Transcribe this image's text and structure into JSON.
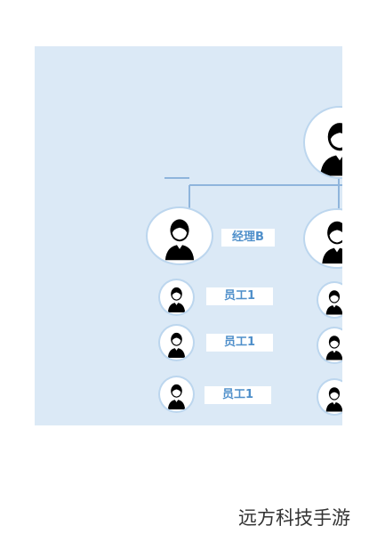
{
  "diagram": {
    "manager_label": "经理B",
    "employee_labels": [
      "员工1",
      "员工1",
      "员工1"
    ]
  },
  "colors": {
    "panel_background": "#dbe9f6",
    "connector": "#8fb5dc",
    "label_text": "#4f8fca",
    "node_border": "#bcd6ee"
  },
  "icons": {
    "person": "person-silhouette-icon"
  },
  "watermark": "远方科技手游"
}
